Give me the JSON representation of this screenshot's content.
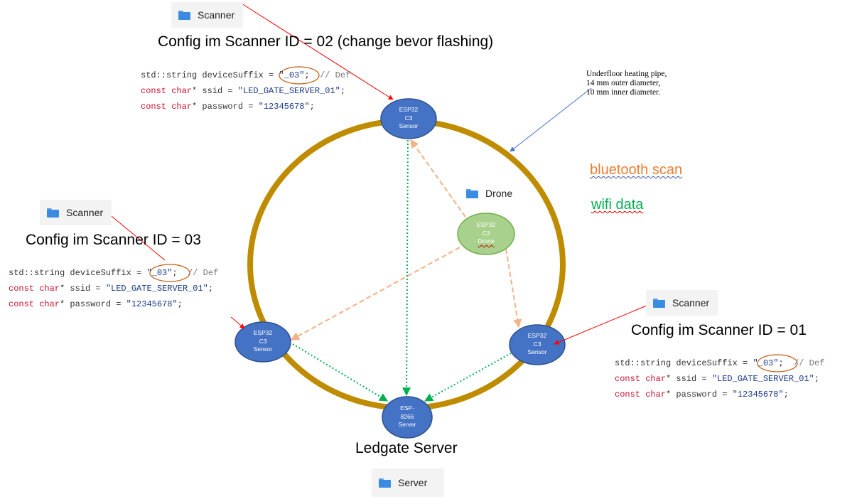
{
  "folders": {
    "scanner_top": "Scanner",
    "scanner_left": "Scanner",
    "scanner_right": "Scanner",
    "drone": "Drone",
    "server": "Server"
  },
  "headings": {
    "top": "Config im Scanner ID = 02 (change bevor flashing)",
    "left": "Config im Scanner ID = 03",
    "right": "Config im Scanner ID = 01",
    "server": "Ledgate Server"
  },
  "code_blocks": {
    "top": {
      "l1_pre": "std::string deviceSuffix = ",
      "suffix": "\"_03\"",
      "l1_post": ";  ",
      "comment": "// Def",
      "kw": "const char",
      "ssid_mid": "* ssid = ",
      "ssid_val": "\"LED_GATE_SERVER_01\"",
      "pw_mid": "* password = ",
      "pw_val": "\"12345678\"",
      "end": ";"
    },
    "left": {
      "l1_pre": "std::string deviceSuffix = ",
      "suffix": "\"_03\"",
      "l1_post": ";  ",
      "comment": "// Def",
      "kw": "const char",
      "ssid_mid": "* ssid = ",
      "ssid_val": "\"LED_GATE_SERVER_01\"",
      "pw_mid": "* password = ",
      "pw_val": "\"12345678\"",
      "end": ";"
    },
    "right": {
      "l1_pre": "std::string deviceSuffix = ",
      "suffix": "\"_03\"",
      "l1_post": ";  ",
      "comment": "// Def",
      "kw": "const char",
      "ssid_mid": "* ssid = ",
      "ssid_val": "\"LED_GATE_SERVER_01\"",
      "pw_mid": "* password = ",
      "pw_val": "\"12345678\"",
      "end": ";"
    }
  },
  "nodes": {
    "top": {
      "l1": "ESP32",
      "l2": "C3",
      "l3": "Sensor"
    },
    "left": {
      "l1": "ESP32",
      "l2": "C3",
      "l3": "Sensor"
    },
    "right": {
      "l1": "ESP32",
      "l2": "C3",
      "l3": "Sensor"
    },
    "drone": {
      "l1": "ESP32",
      "l2": "C3",
      "l3": "Drone"
    },
    "server": {
      "l1": "ESP-",
      "l2": "8266",
      "l3": "Server"
    }
  },
  "pipe_note": {
    "l1": "Underfloor heating pipe,",
    "l2": "14 mm outer diameter,",
    "l3": "10 mm inner diameter."
  },
  "legend": {
    "bluetooth": "bluetooth scan",
    "wifi": "wifi data"
  },
  "colors": {
    "ring": "#bf8c00",
    "sensor_node": "#4472c4",
    "drone_node": "#a9d18e",
    "bluetooth": "#f4b183",
    "bluetooth_text": "#ed7d31",
    "wifi": "#00b050",
    "callout_red": "#ff0000",
    "callout_blue": "#4472c4",
    "suffix_circle": "#c55a11"
  }
}
